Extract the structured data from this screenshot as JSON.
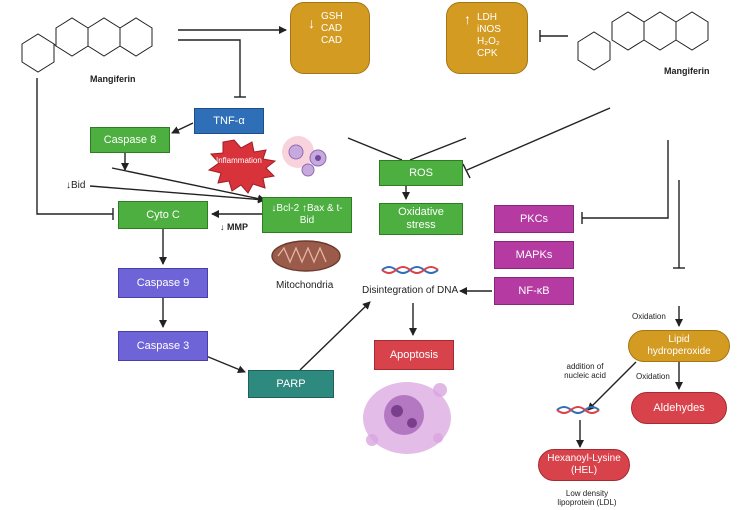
{
  "molecule": "Mangiferin",
  "gsh_box": {
    "items": [
      "GSH",
      "CAD",
      "CAD"
    ],
    "direction": "↓"
  },
  "ldh_box": {
    "items": [
      "LDH",
      "iNOS",
      "H₂O₂",
      "CPK"
    ],
    "direction": "↑"
  },
  "nodes": {
    "tnf": "TNF-α",
    "caspase8": "Caspase 8",
    "inflammation": "Inflammation",
    "ros": "ROS",
    "oxidative": "Oxidative stress",
    "bid": "↓Bid",
    "cytoc": "Cyto C",
    "bcl2": "↓Bcl-2 ↑Bax & t-Bid",
    "mmp": "↓ MMP",
    "mito": "Mitochondria",
    "caspase9": "Caspase 9",
    "caspase3": "Caspase 3",
    "parp": "PARP",
    "disintegration": "Disintegration of DNA",
    "apoptosis": "Apoptosis",
    "pkcs": "PKCs",
    "mapks": "MAPKs",
    "nfkb": "NF-κB",
    "oxidation1": "Oxidation",
    "lipid": "Lipid hydroperoxide",
    "oxidation2": "Oxidation",
    "nucleic": "addition of nucleic acid",
    "aldehydes": "Aldehydes",
    "hel": "Hexanoyl-Lysine (HEL)",
    "ldl": "Low density lipoprotein (LDL)"
  }
}
